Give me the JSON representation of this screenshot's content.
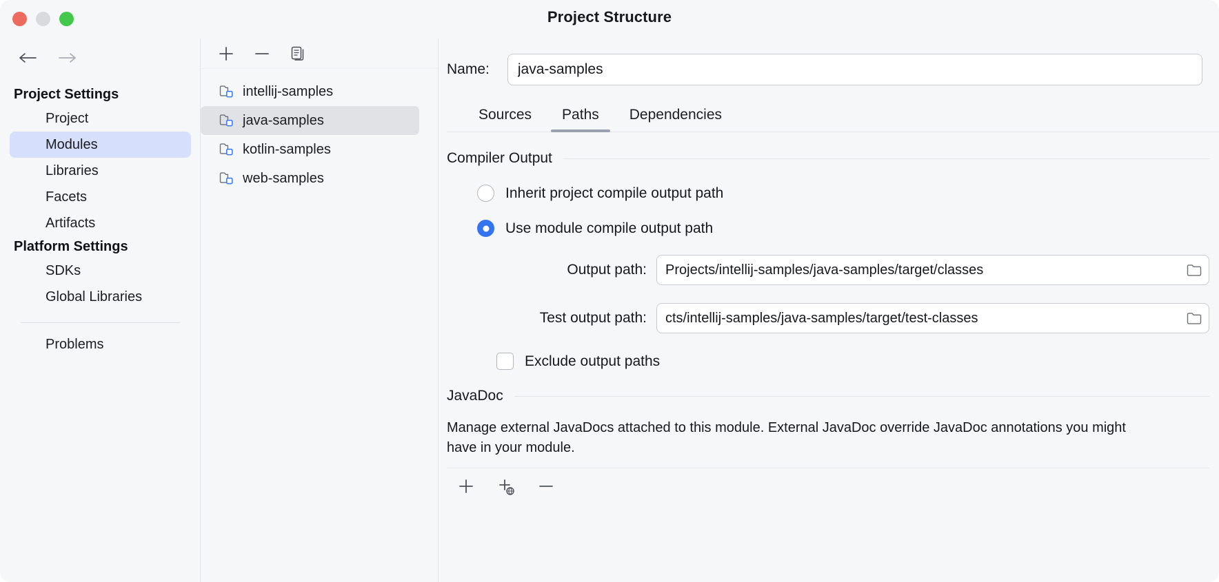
{
  "window": {
    "title": "Project Structure",
    "traffic_lights": [
      "close",
      "minimize",
      "zoom"
    ]
  },
  "nav": {
    "back_icon": "arrow-left-icon",
    "forward_icon": "arrow-right-icon"
  },
  "sidebar": {
    "sections": [
      {
        "title": "Project Settings",
        "items": [
          {
            "label": "Project",
            "selected": false
          },
          {
            "label": "Modules",
            "selected": true
          },
          {
            "label": "Libraries",
            "selected": false
          },
          {
            "label": "Facets",
            "selected": false
          },
          {
            "label": "Artifacts",
            "selected": false
          }
        ]
      },
      {
        "title": "Platform Settings",
        "items": [
          {
            "label": "SDKs",
            "selected": false
          },
          {
            "label": "Global Libraries",
            "selected": false
          }
        ]
      }
    ],
    "footer_items": [
      {
        "label": "Problems",
        "selected": false
      }
    ]
  },
  "module_panel": {
    "toolbar": [
      {
        "name": "add-module-button",
        "icon": "plus-icon",
        "label": "+"
      },
      {
        "name": "remove-module-button",
        "icon": "minus-icon",
        "label": "−"
      },
      {
        "name": "copy-module-button",
        "icon": "copy-icon",
        "label": "Copy"
      }
    ],
    "modules": [
      {
        "name": "intellij-samples",
        "selected": false,
        "icon": "module-folder-icon"
      },
      {
        "name": "java-samples",
        "selected": true,
        "icon": "module-folder-icon"
      },
      {
        "name": "kotlin-samples",
        "selected": false,
        "icon": "module-folder-icon"
      },
      {
        "name": "web-samples",
        "selected": false,
        "icon": "module-folder-icon"
      }
    ]
  },
  "detail": {
    "name_label": "Name:",
    "name_value": "java-samples",
    "tabs": [
      {
        "label": "Sources",
        "active": false
      },
      {
        "label": "Paths",
        "active": true
      },
      {
        "label": "Dependencies",
        "active": false
      }
    ],
    "compiler_output": {
      "title": "Compiler Output",
      "inherit_label": "Inherit project compile output path",
      "inherit_selected": false,
      "module_label": "Use module compile output path",
      "module_selected": true,
      "output_path_label": "Output path:",
      "output_path_value": "Projects/intellij-samples/java-samples/target/classes",
      "test_output_path_label": "Test output path:",
      "test_output_path_value": "cts/intellij-samples/java-samples/target/test-classes",
      "exclude_label": "Exclude output paths",
      "exclude_checked": false,
      "browse_icon": "folder-icon"
    },
    "javadoc": {
      "title": "JavaDoc",
      "description": "Manage external JavaDocs attached to this module. External JavaDoc override JavaDoc annotations you might have in your module.",
      "toolbar": [
        {
          "name": "add-javadoc-button",
          "icon": "plus-icon"
        },
        {
          "name": "add-javadoc-url-button",
          "icon": "plus-globe-icon"
        },
        {
          "name": "remove-javadoc-button",
          "icon": "minus-icon"
        }
      ]
    }
  },
  "colors": {
    "accent": "#3574f0",
    "selection": "#d6dffb",
    "list_selection": "#e1e2e6",
    "tab_underline": "#9aa2b1",
    "panel_bg": "#f6f7f9",
    "field_bg": "#ffffff",
    "border": "#c9cbd1"
  }
}
